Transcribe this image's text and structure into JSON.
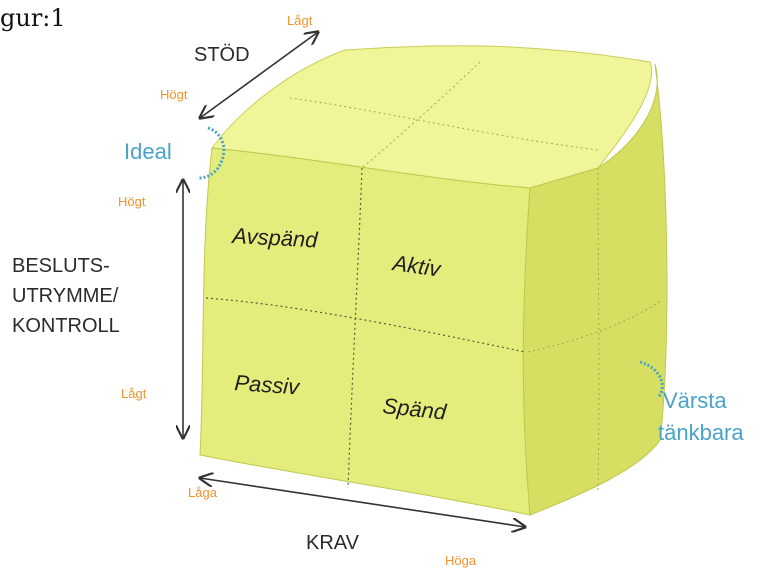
{
  "figure_label": "gur:1",
  "axes": {
    "stod": {
      "title": "STÖD",
      "low": "Lågt",
      "high": "Högt"
    },
    "beslut": {
      "title_lines": [
        "BESLUTS-",
        "UTRYMME/",
        "KONTROLL"
      ],
      "high": "Högt",
      "low": "Lågt"
    },
    "krav": {
      "title": "KRAV",
      "low": "Låga",
      "high": "Höga"
    }
  },
  "corners": {
    "ideal": "Ideal",
    "worst_lines": [
      "Värsta",
      "tänkbara"
    ]
  },
  "quadrants": {
    "top_left": "Avspänd",
    "top_right": "Aktiv",
    "bottom_left": "Passiv",
    "bottom_right": "Spänd"
  },
  "colors": {
    "cube_front": "#e4ec7c",
    "cube_top": "#f1f59a",
    "cube_side": "#d6df62",
    "accent_orange": "#f0932b",
    "accent_blue": "#4aa3c9"
  }
}
